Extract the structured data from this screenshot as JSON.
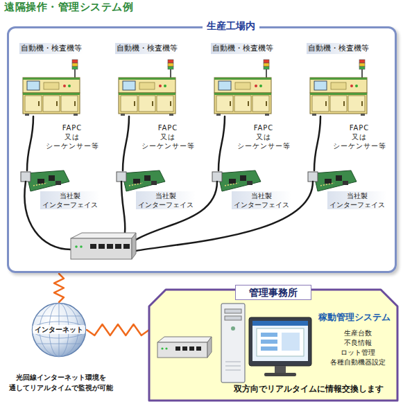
{
  "diagram": {
    "title": "遠隔操作・管理システム例",
    "nodes": [
      {
        "text": [
          "生産工場内"
        ]
      },
      {
        "text": [
          "自動機・検査機等"
        ],
        "in": 0
      },
      {
        "text": [
          "当社製 インターフェイス"
        ],
        "in": 0
      },
      {
        "text": [
          "自動機・検査機等"
        ],
        "in": 0
      },
      {
        "text": [
          "当社製 インターフェイス"
        ],
        "in": 0
      },
      {
        "text": [
          "自動機・検査機等"
        ],
        "in": 0
      },
      {
        "text": [
          "当社製 インターフェイス"
        ],
        "in": 0
      },
      {
        "text": [
          "自動機・検査機等"
        ],
        "in": 0
      },
      {
        "text": [
          "当社製 インターフェイス"
        ],
        "in": 0
      },
      {
        "text": [
          "インターネット"
        ]
      },
      {
        "text": [
          "管理事務所",
          "稼動管理システム",
          "生産台数 不良情報 ロット管理 各種自動機器設定",
          "双方向でリアルタイムに情報交換します"
        ]
      }
    ],
    "edges": [
      {
        "from": 1,
        "to": 2,
        "arrow": "none",
        "label": "FAPC 又は シーケンサー等"
      },
      {
        "from": 3,
        "to": 4,
        "arrow": "none",
        "label": "FAPC 又は シーケンサー等"
      },
      {
        "from": 5,
        "to": 6,
        "arrow": "none",
        "label": "FAPC 又は シーケンサー等"
      },
      {
        "from": 7,
        "to": 8,
        "arrow": "none",
        "label": "FAPC 又は シーケンサー等"
      },
      {
        "from": 9,
        "to": 0,
        "arrow": "none"
      },
      {
        "from": 9,
        "to": 10,
        "arrow": "none"
      }
    ],
    "labels": [
      "光回線インターネット環境を 通してリアルタイムで監視が可能"
    ]
  }
}
